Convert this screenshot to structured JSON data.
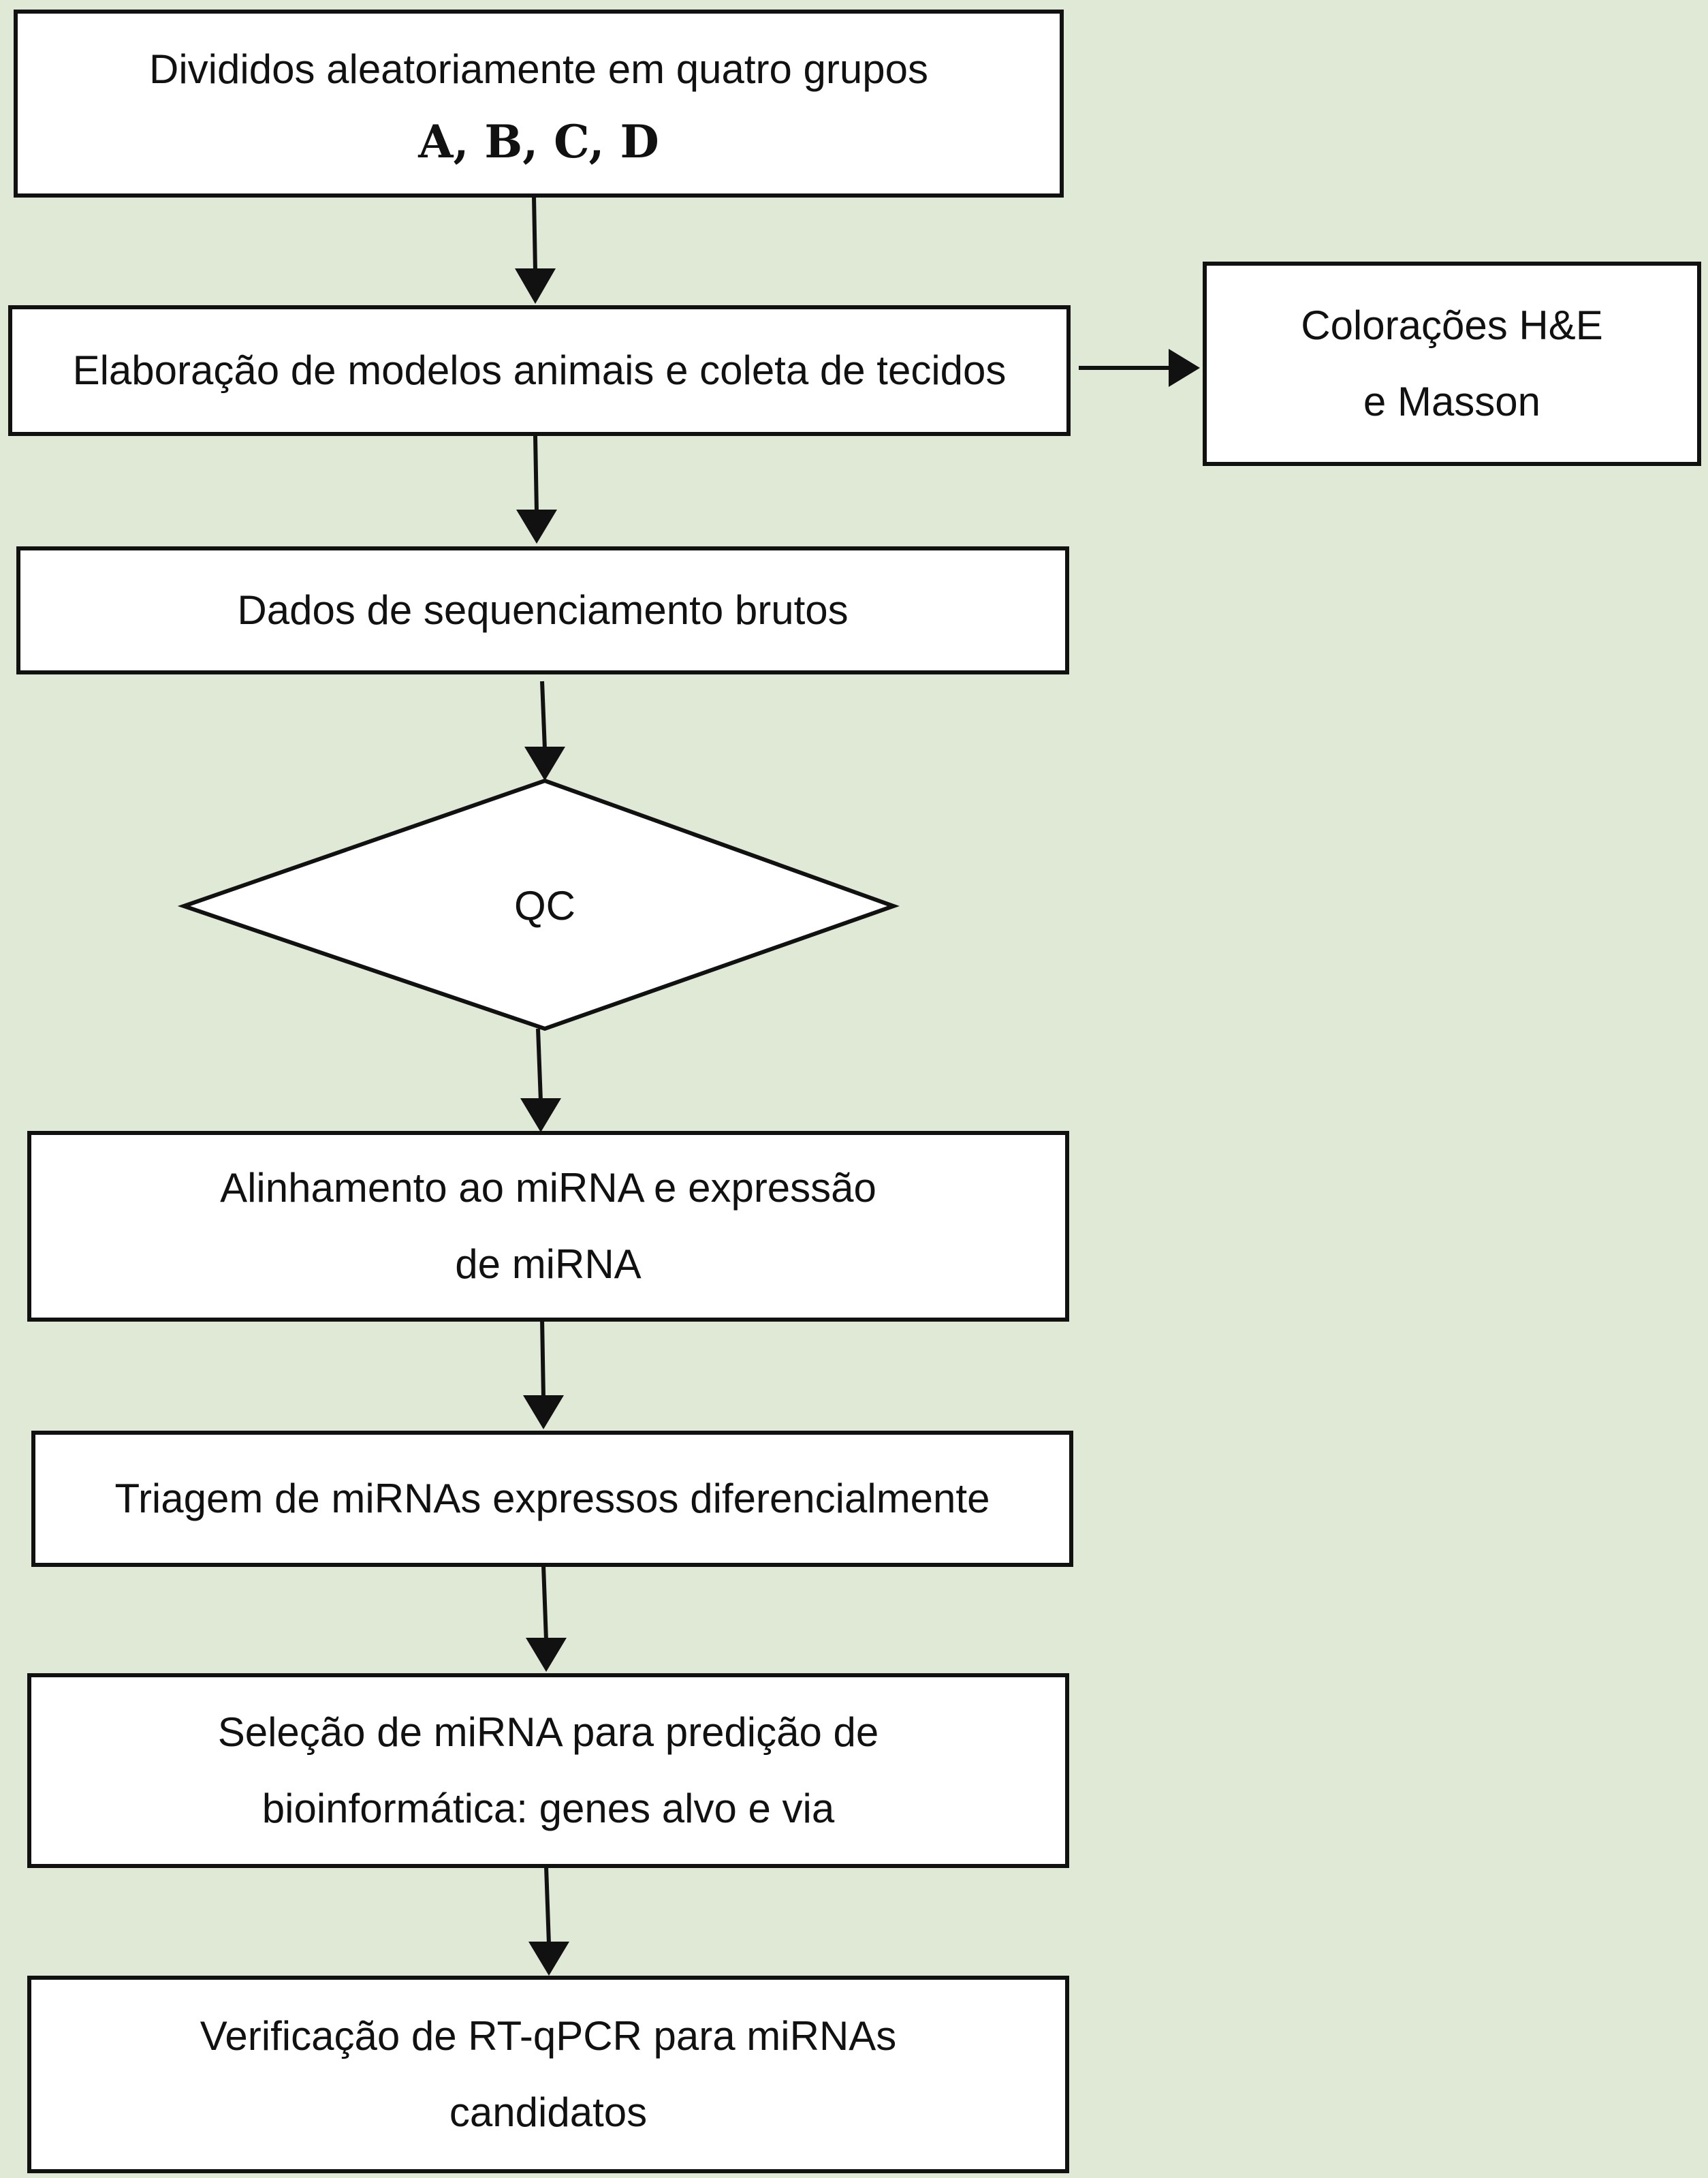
{
  "nodes": {
    "groups": {
      "line1": "Divididos aleatoriamente em quatro grupos",
      "line2": "A, B, C, D"
    },
    "models": {
      "line1": "Elaboração de modelos animais e coleta de tecidos"
    },
    "stains": {
      "line1": "Colorações H&E",
      "line2": "e Masson"
    },
    "raw": {
      "line1": "Dados de sequenciamento brutos"
    },
    "qc": {
      "line1": "QC"
    },
    "align": {
      "line1": "Alinhamento ao miRNA e expressão",
      "line2": "de miRNA"
    },
    "screen": {
      "line1": "Triagem de miRNAs expressos diferencialmente"
    },
    "select": {
      "line1": "Seleção de miRNA para predição de",
      "line2": "bioinformática: genes alvo e via"
    },
    "verify": {
      "line1": "Verificação de RT-qPCR para miRNAs",
      "line2": "candidatos"
    }
  },
  "colors": {
    "background": "#dfe9d6",
    "box_fill": "#ffffff",
    "stroke": "#111111"
  }
}
